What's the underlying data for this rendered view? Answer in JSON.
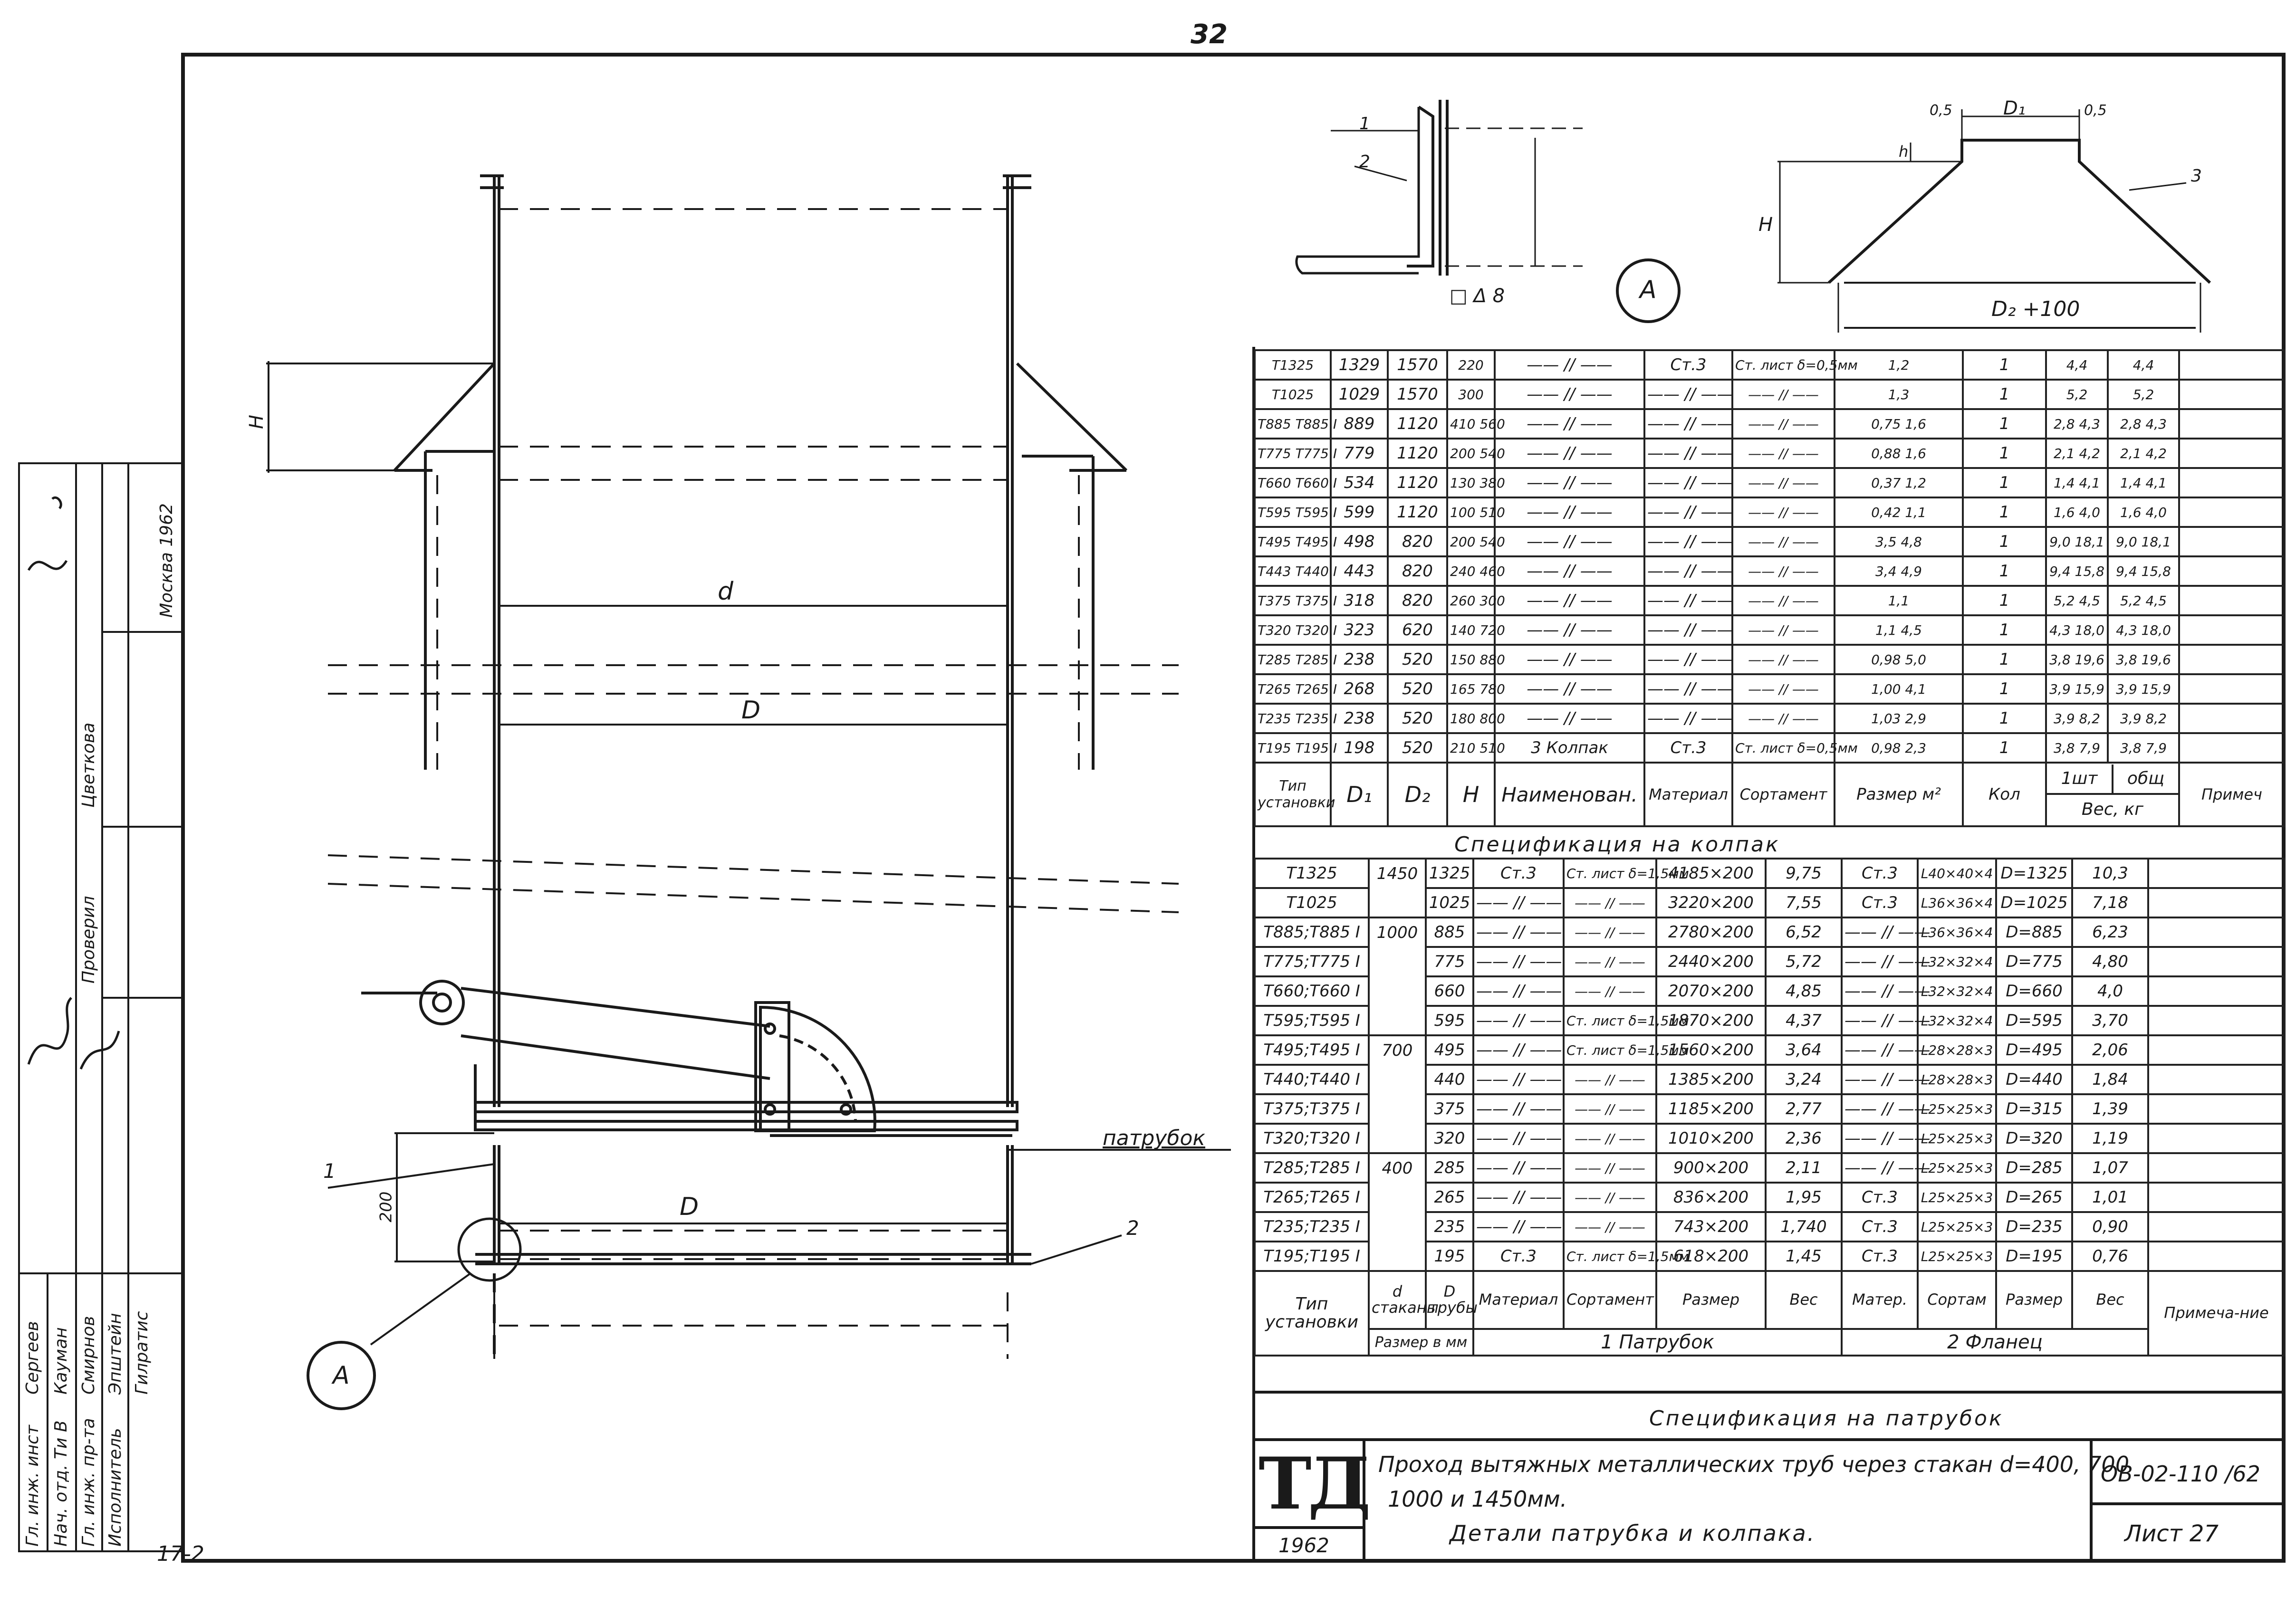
{
  "page_number": "32",
  "drawing_labels": {
    "h_left": "H",
    "d_small": "d",
    "D_mid": "D",
    "D_lower": "D",
    "dim_200": "200",
    "callout_1": "1",
    "callout_2": "2",
    "callout_A": "A",
    "patrubok": "патрубок",
    "detailA_1": "1",
    "detailA_2": "2",
    "detailA_weld": "□ Δ 8",
    "detailA_circle": "A",
    "cap_D1": "D₁",
    "cap_05_left": "0,5",
    "cap_05_right": "0,5",
    "cap_H": "H",
    "cap_h": "h",
    "cap_3": "3",
    "cap_D2": "D₂ +100"
  },
  "cap_table": {
    "rows": [
      [
        "T1325",
        "1329",
        "1570",
        "220",
        "—— // ——",
        "Ст.3",
        "Ст. лист δ=0,5мм",
        "1,2",
        "1",
        "4,4",
        "4,4"
      ],
      [
        "T1025",
        "1029",
        "1570",
        "300",
        "—— // ——",
        "—— // ——",
        "—— // ——",
        "1,3",
        "1",
        "5,2",
        "5,2"
      ],
      [
        "T885 T885 I",
        "889",
        "1120",
        "410 560",
        "—— // ——",
        "—— // ——",
        "—— // ——",
        "0,75 1,6",
        "1",
        "2,8 4,3",
        "2,8 4,3"
      ],
      [
        "T775 T775 I",
        "779",
        "1120",
        "200 540",
        "—— // ——",
        "—— // ——",
        "—— // ——",
        "0,88 1,6",
        "1",
        "2,1 4,2",
        "2,1 4,2"
      ],
      [
        "T660 T660 I",
        "534",
        "1120",
        "130 380",
        "—— // ——",
        "—— // ——",
        "—— // ——",
        "0,37 1,2",
        "1",
        "1,4 4,1",
        "1,4 4,1"
      ],
      [
        "T595 T595 I",
        "599",
        "1120",
        "100 510",
        "—— // ——",
        "—— // ——",
        "—— // ——",
        "0,42 1,1",
        "1",
        "1,6 4,0",
        "1,6 4,0"
      ],
      [
        "T495 T495 I",
        "498",
        "820",
        "200 540",
        "—— // ——",
        "—— // ——",
        "—— // ——",
        "3,5 4,8",
        "1",
        "9,0 18,1",
        "9,0 18,1"
      ],
      [
        "T443 T440 I",
        "443",
        "820",
        "240 460",
        "—— // ——",
        "—— // ——",
        "—— // ——",
        "3,4 4,9",
        "1",
        "9,4 15,8",
        "9,4 15,8"
      ],
      [
        "T375 T375 I",
        "318",
        "820",
        "260 300",
        "—— // ——",
        "—— // ——",
        "—— // ——",
        "1,1",
        "1",
        "5,2 4,5",
        "5,2 4,5"
      ],
      [
        "T320 T320 I",
        "323",
        "620",
        "140 720",
        "—— // ——",
        "—— // ——",
        "—— // ——",
        "1,1 4,5",
        "1",
        "4,3 18,0",
        "4,3 18,0"
      ],
      [
        "T285 T285 I",
        "238",
        "520",
        "150 880",
        "—— // ——",
        "—— // ——",
        "—— // ——",
        "0,98 5,0",
        "1",
        "3,8 19,6",
        "3,8 19,6"
      ],
      [
        "T265 T265 I",
        "268",
        "520",
        "165 780",
        "—— // ——",
        "—— // ——",
        "—— // ——",
        "1,00 4,1",
        "1",
        "3,9 15,9",
        "3,9 15,9"
      ],
      [
        "T235 T235 I",
        "238",
        "520",
        "180 800",
        "—— // ——",
        "—— // ——",
        "—— // ——",
        "1,03 2,9",
        "1",
        "3,9 8,2",
        "3,9 8,2"
      ],
      [
        "T195 T195 I",
        "198",
        "520",
        "210 510",
        "3 Колпак",
        "Ст.3",
        "Ст. лист δ=0,5мм",
        "0,98 2,3",
        "1",
        "3,8 7,9",
        "3,8 7,9"
      ]
    ],
    "header": {
      "type": "Тип установки",
      "d1": "D₁",
      "d2": "D₂",
      "h": "H",
      "name": "Наименован.",
      "material": "Материал",
      "sortament": "Сортамент",
      "size": "Размер м²",
      "qty": "Кол",
      "weight_1": "1шт",
      "weight_total": "общ",
      "weight_unit": "Вес, кг",
      "note": "Примеч"
    },
    "caption": "Спецификация на колпак"
  },
  "pipe_table": {
    "rows": [
      [
        "T1325",
        "1450",
        "1325",
        "Ст.3",
        "Ст. лист δ=1,5мм",
        "4185×200",
        "9,75",
        "Ст.3",
        "L40×40×4",
        "D=1325",
        "10,3"
      ],
      [
        "T1025",
        "",
        "1025",
        "—— // ——",
        "—— // ——",
        "3220×200",
        "7,55",
        "Ст.3",
        "L36×36×4",
        "D=1025",
        "7,18"
      ],
      [
        "T885;T885 I",
        "1000",
        "885",
        "—— // ——",
        "—— // ——",
        "2780×200",
        "6,52",
        "—— // ——",
        "L36×36×4",
        "D=885",
        "6,23"
      ],
      [
        "T775;T775 I",
        "",
        "775",
        "—— // ——",
        "—— // ——",
        "2440×200",
        "5,72",
        "—— // ——",
        "L32×32×4",
        "D=775",
        "4,80"
      ],
      [
        "T660;T660 I",
        "",
        "660",
        "—— // ——",
        "—— // ——",
        "2070×200",
        "4,85",
        "—— // ——",
        "L32×32×4",
        "D=660",
        "4,0"
      ],
      [
        "T595;T595 I",
        "",
        "595",
        "—— // ——",
        "Ст. лист δ=1,5мм",
        "1870×200",
        "4,37",
        "—— // ——",
        "L32×32×4",
        "D=595",
        "3,70"
      ],
      [
        "T495;T495 I",
        "700",
        "495",
        "—— // ——",
        "Ст. лист δ=1,5мм",
        "1560×200",
        "3,64",
        "—— // ——",
        "L28×28×3",
        "D=495",
        "2,06"
      ],
      [
        "T440;T440 I",
        "",
        "440",
        "—— // ——",
        "—— // ——",
        "1385×200",
        "3,24",
        "—— // ——",
        "L28×28×3",
        "D=440",
        "1,84"
      ],
      [
        "T375;T375 I",
        "",
        "375",
        "—— // ——",
        "—— // ——",
        "1185×200",
        "2,77",
        "—— // ——",
        "L25×25×3",
        "D=315",
        "1,39"
      ],
      [
        "T320;T320 I",
        "",
        "320",
        "—— // ——",
        "—— // ——",
        "1010×200",
        "2,36",
        "—— // ——",
        "L25×25×3",
        "D=320",
        "1,19"
      ],
      [
        "T285;T285 I",
        "400",
        "285",
        "—— // ——",
        "—— // ——",
        "900×200",
        "2,11",
        "—— // ——",
        "L25×25×3",
        "D=285",
        "1,07"
      ],
      [
        "T265;T265 I",
        "",
        "265",
        "—— // ——",
        "—— // ——",
        "836×200",
        "1,95",
        "Ст.3",
        "L25×25×3",
        "D=265",
        "1,01"
      ],
      [
        "T235;T235 I",
        "",
        "235",
        "—— // ——",
        "—— // ——",
        "743×200",
        "1,740",
        "Ст.3",
        "L25×25×3",
        "D=235",
        "0,90"
      ],
      [
        "T195;T195 I",
        "",
        "195",
        "Ст.3",
        "Ст. лист δ=1,5мм",
        "618×200",
        "1,45",
        "Ст.3",
        "L25×25×3",
        "D=195",
        "0,76"
      ]
    ],
    "header": {
      "type": "Тип установки",
      "d_stakan": "d стаканы",
      "d_truby": "D трубы",
      "material": "Материал",
      "sortament": "Сортамент",
      "size": "Размер",
      "weight": "Вес",
      "mater2": "Матер.",
      "sortam2": "Сортам",
      "size2": "Размер",
      "weight2": "Вес",
      "note": "Примеча-ние",
      "size_mm": "Размер в мм",
      "group1": "1 Патрубок",
      "group2": "2 Фланец"
    },
    "caption": "Спецификация на патрубок"
  },
  "title_block": {
    "logo": "ТД",
    "year": "1962",
    "title_line1": "Проход вытяжных металлических труб через стакан d=400, 700",
    "title_line2": "1000 и 1450мм.",
    "subtitle": "Детали патрубка и колпака.",
    "code": "ОВ-02-110 /62",
    "sheet": "Лист 27"
  },
  "side_stamp": {
    "roles": [
      "Гл. инж. инст",
      "Нач. отд. Ти В",
      "Гл. инж. пр-та",
      "Исполнитель"
    ],
    "names": [
      "Сергеев",
      "Кауман",
      "Смирнов",
      "Эпштейн",
      "Гилратис"
    ],
    "checked": "Проверил",
    "author": "Цветкова",
    "city": "Москва 1962"
  },
  "bottom_mark": "17-2"
}
